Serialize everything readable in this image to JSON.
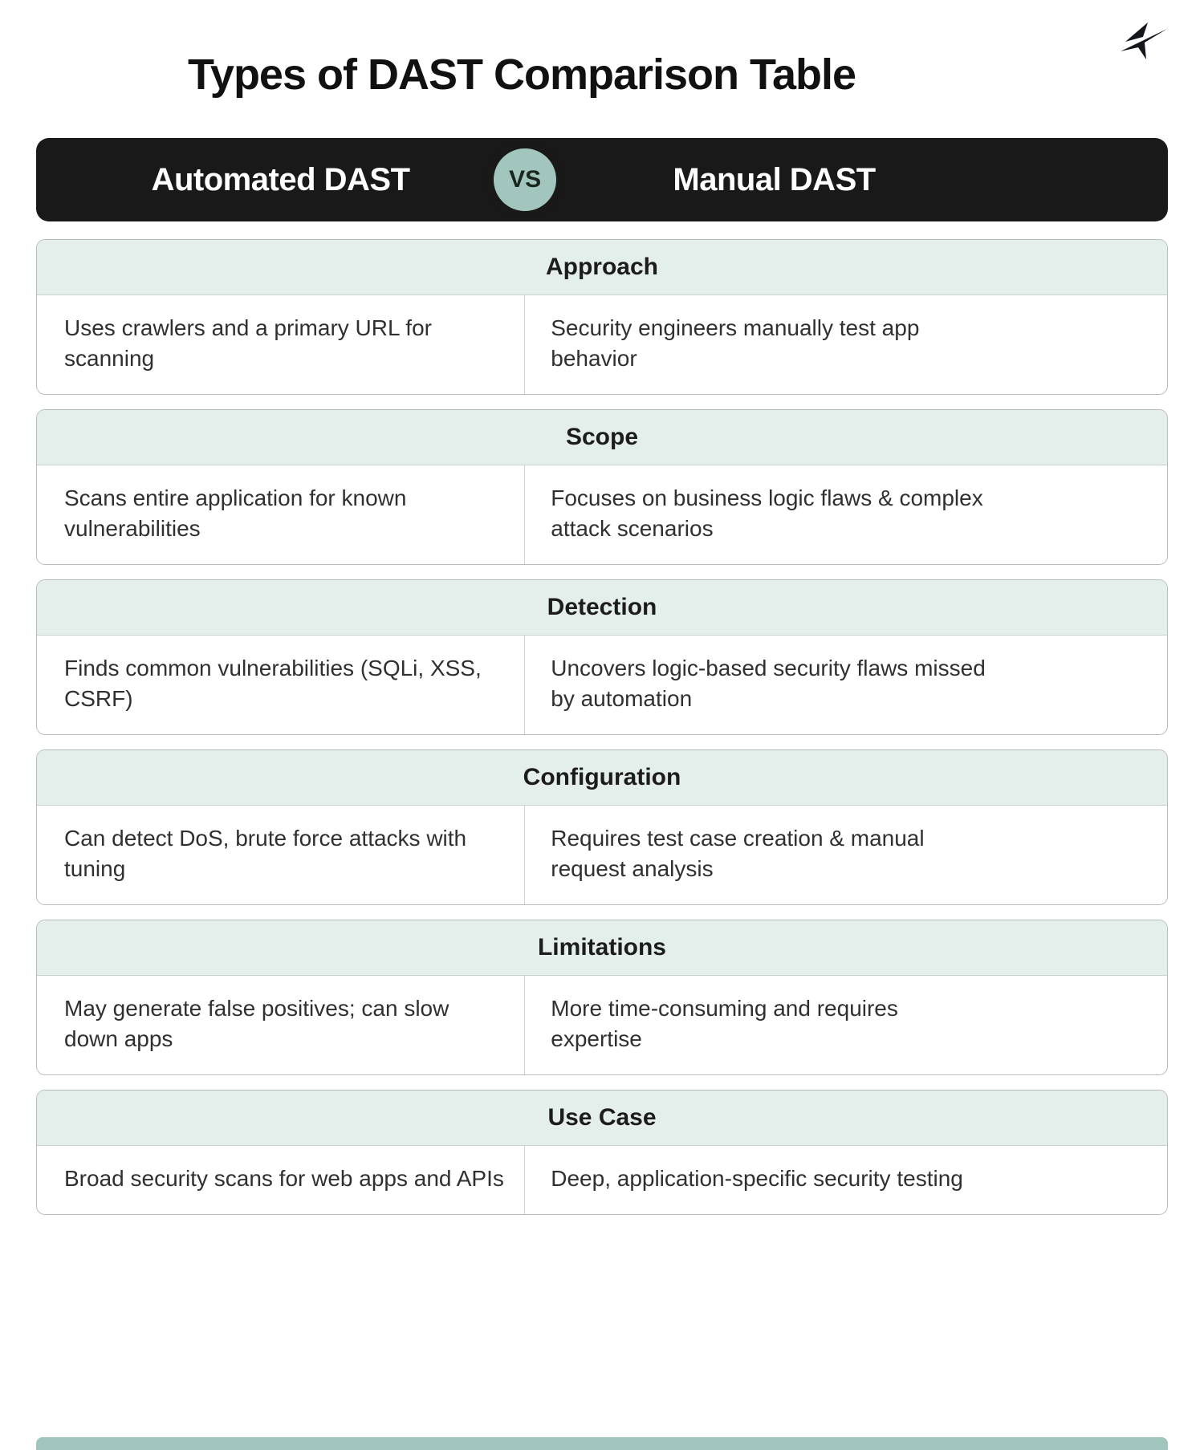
{
  "page": {
    "title": "Types of DAST Comparison Table"
  },
  "header": {
    "left_label": "Automated DAST",
    "vs_label": "VS",
    "right_label": "Manual DAST"
  },
  "sections": [
    {
      "title": "Approach",
      "automated": "Uses crawlers and a primary URL for scanning",
      "manual": "Security engineers manually test app behavior"
    },
    {
      "title": "Scope",
      "automated": "Scans entire application for known vulnerabilities",
      "manual": "Focuses on business logic flaws & complex attack scenarios"
    },
    {
      "title": "Detection",
      "automated": "Finds common vulnerabilities (SQLi, XSS, CSRF)",
      "manual": "Uncovers logic-based security flaws missed by automation"
    },
    {
      "title": "Configuration",
      "automated": "Can detect DoS, brute force attacks with tuning",
      "manual": "Requires test case creation & manual request analysis"
    },
    {
      "title": "Limitations",
      "automated": "May generate false positives; can slow down apps",
      "manual": "More time-consuming and requires expertise"
    },
    {
      "title": "Use Case",
      "automated": "Broad security scans for web apps and APIs",
      "manual": "Deep, application-specific security testing"
    }
  ],
  "colors": {
    "header_bar_bg": "#191919",
    "vs_circle": "#a2c6be",
    "vs_ring": "#191919",
    "section_header_bg": "#e4efeb",
    "card_border": "#b7bcb9",
    "divider": "#d2d6d3",
    "text": "#303030",
    "title": "#111111",
    "footer_bar": "#9fc5bc"
  },
  "icons": {
    "logo": "origami-bird-logo"
  }
}
